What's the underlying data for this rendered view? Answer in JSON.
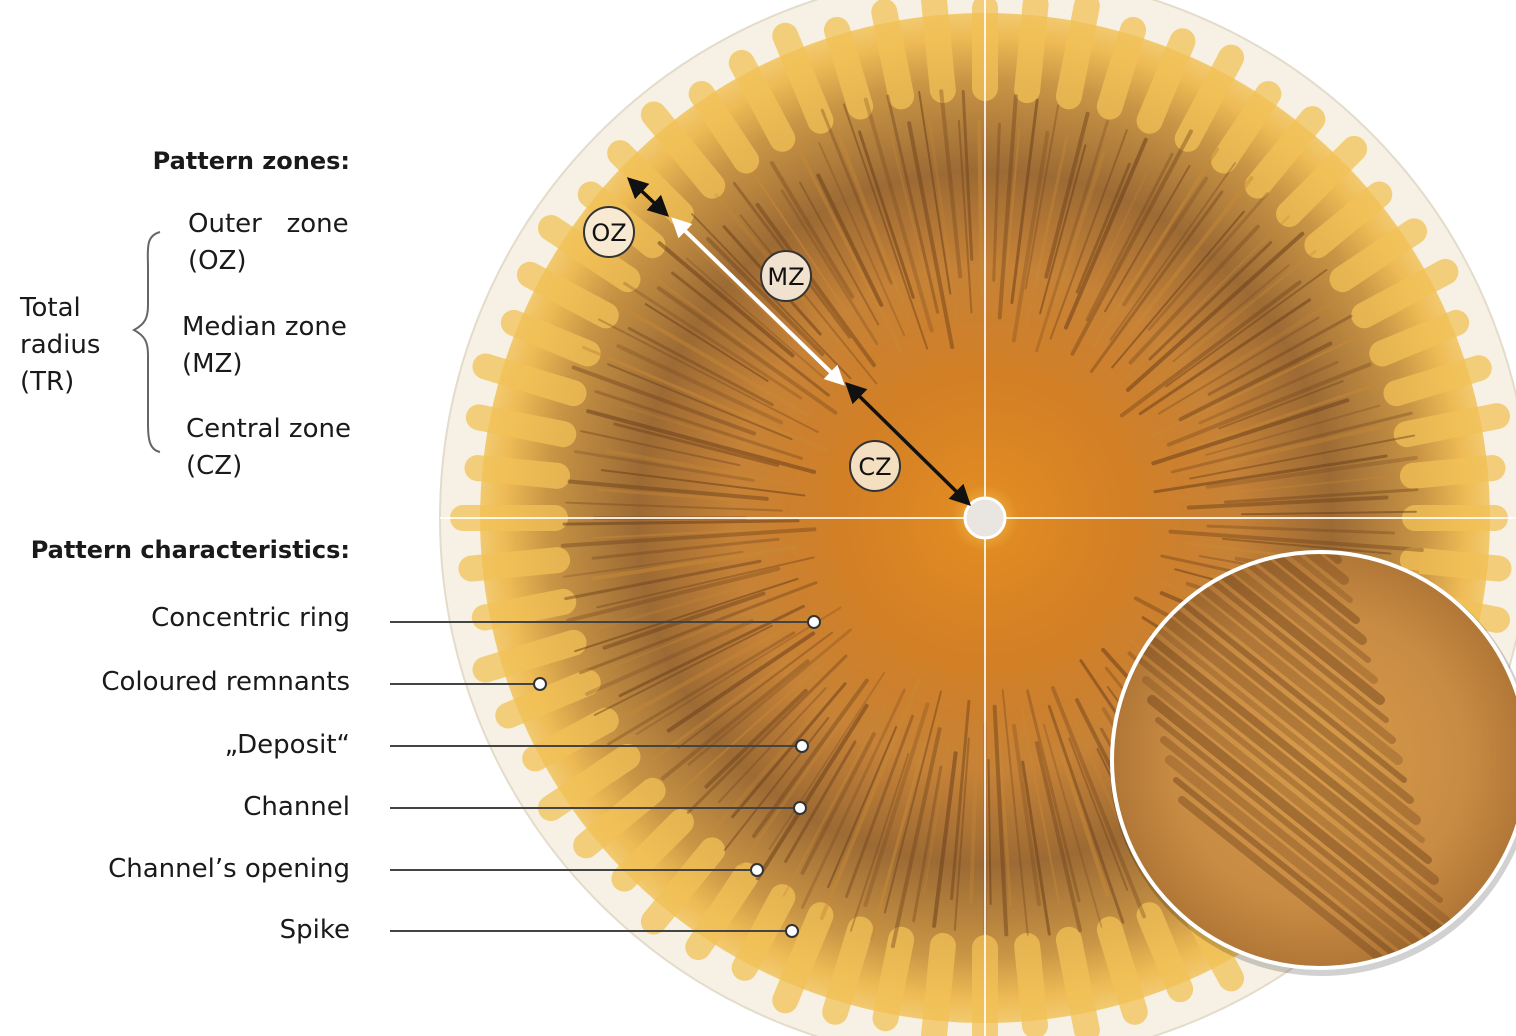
{
  "zones": {
    "heading": "Pattern zones:",
    "total_radius": [
      "Total",
      "radius",
      "(TR)"
    ],
    "outer": [
      "Outer   zone",
      "(OZ)"
    ],
    "median": [
      "Median zone",
      "(MZ)"
    ],
    "central": [
      "Central zone",
      "(CZ)"
    ],
    "badges": {
      "oz": "OZ",
      "mz": "MZ",
      "cz": "CZ"
    }
  },
  "characteristics": {
    "heading": "Pattern characteristics:",
    "items": [
      "Concentric ring",
      "Coloured remnants",
      "„Deposit“",
      "Channel",
      "Channel’s opening",
      "Spike"
    ]
  },
  "colors": {
    "outer_glow": "#f2c257",
    "mid_band": "#c98a35",
    "dark_streak": "#6b3f1a",
    "center": "#d9781e",
    "paper": "#f6f1e4"
  }
}
